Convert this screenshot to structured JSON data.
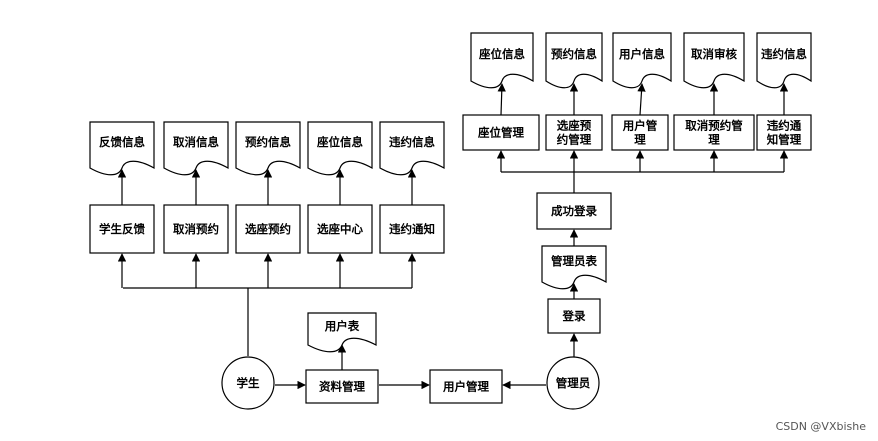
{
  "actors": {
    "student": "学生",
    "admin": "管理员"
  },
  "center": {
    "profile_mgmt": "资料管理",
    "user_table": "用户表",
    "user_mgmt": "用户管理"
  },
  "student_side": {
    "processes": [
      "学生反馈",
      "取消预约",
      "选座预约",
      "选座中心",
      "违约通知"
    ],
    "stores": [
      "反馈信息",
      "取消信息",
      "预约信息",
      "座位信息",
      "违约信息"
    ]
  },
  "admin_side": {
    "login": "登录",
    "admin_table": "管理员表",
    "login_success": "成功登录",
    "processes": [
      [
        "座位管理"
      ],
      [
        "选座预",
        "约管理"
      ],
      [
        "用户管",
        "理"
      ],
      [
        "取消预约管",
        "理"
      ],
      [
        "违约通",
        "知管理"
      ]
    ],
    "stores": [
      "座位信息",
      "预约信息",
      "用户信息",
      "取消审核",
      "违约信息"
    ]
  },
  "watermark": "CSDN @VXbishe"
}
